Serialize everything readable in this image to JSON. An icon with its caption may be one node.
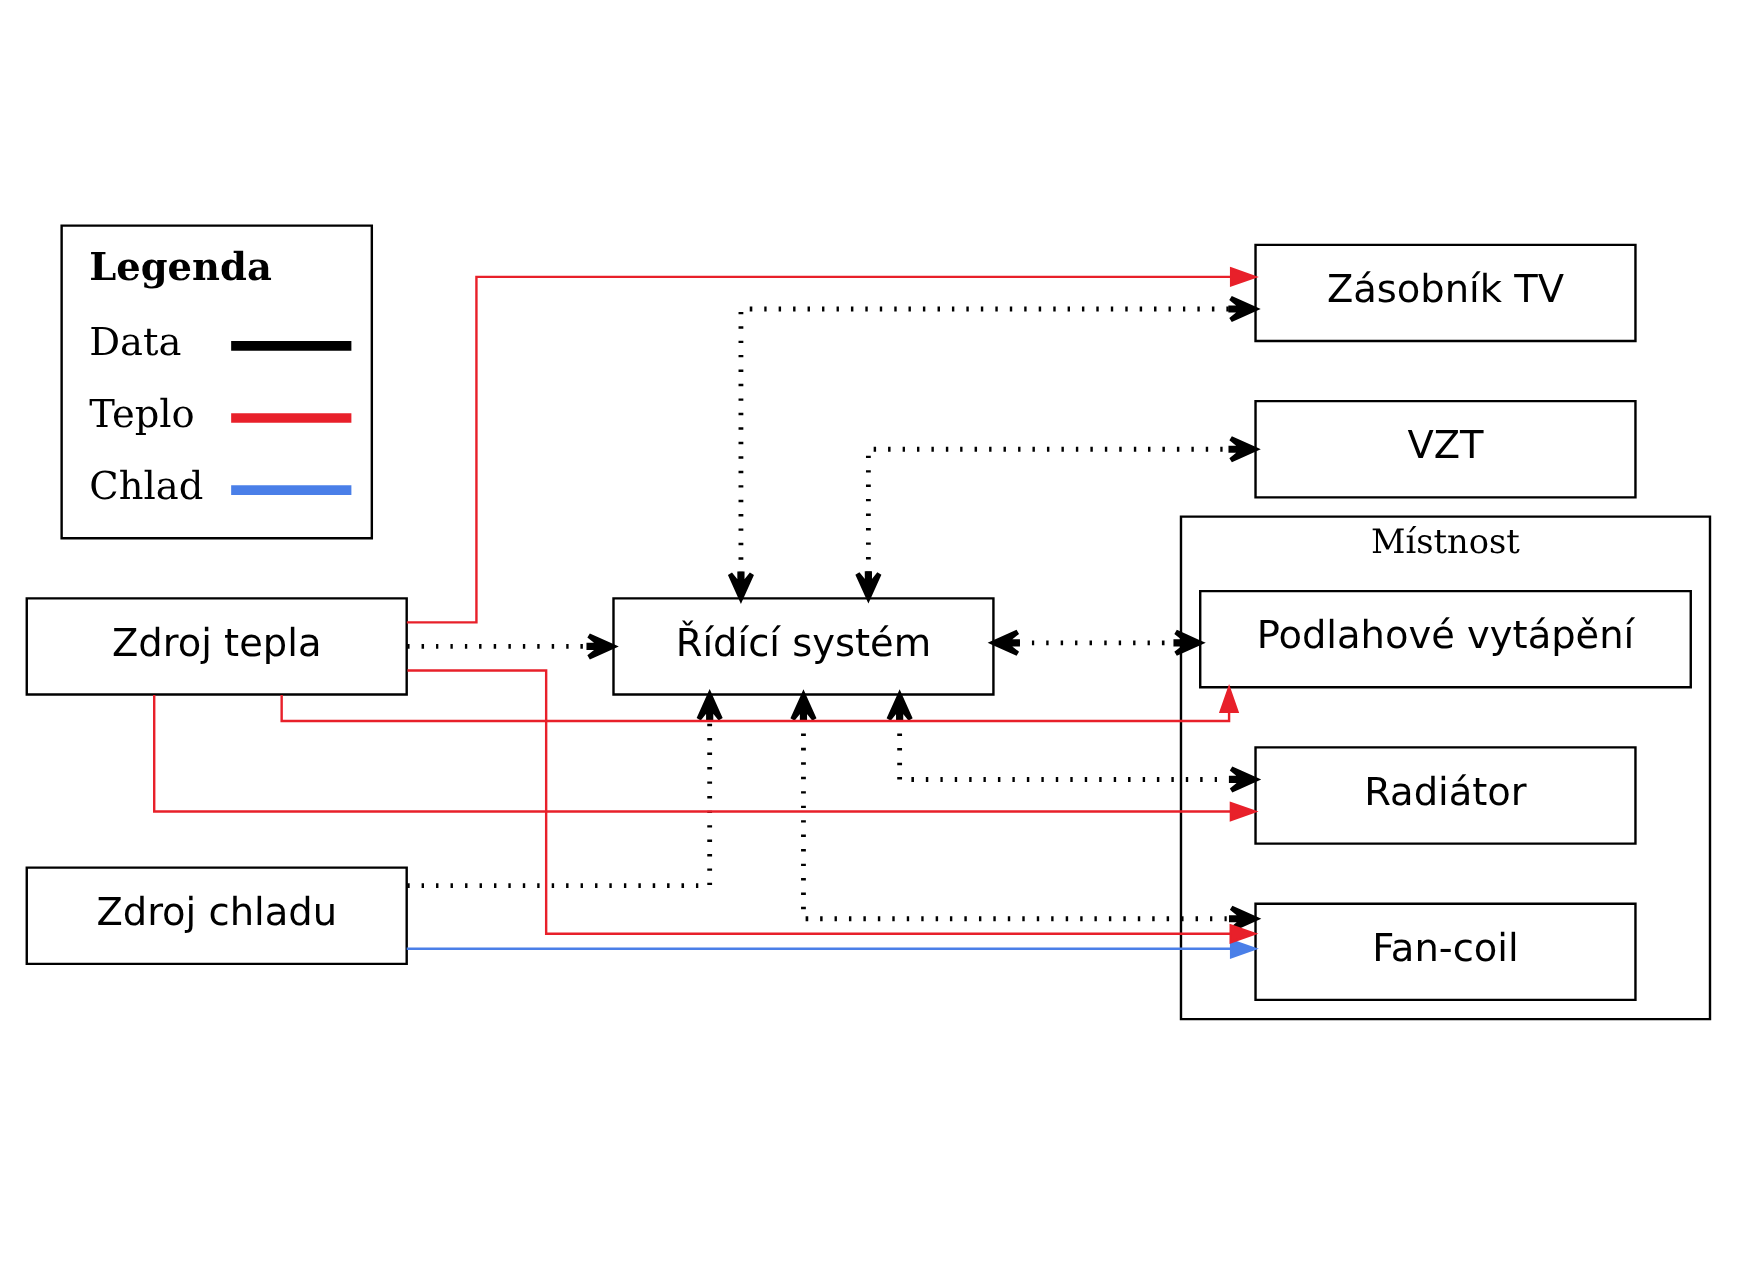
{
  "diagram": {
    "nodes": [
      {
        "text": [
          "Místnost"
        ]
      },
      {
        "text": [
          "Zdroj chladu"
        ]
      },
      {
        "text": [
          "Fan-coil"
        ],
        "in": 0
      },
      {
        "text": [
          "Řídící systém"
        ]
      },
      {
        "text": [
          "Radiátor"
        ],
        "in": 0
      },
      {
        "text": [
          "Podlahové vytápění"
        ],
        "in": 0
      },
      {
        "text": [
          "Zdroj tepla"
        ]
      },
      {
        "text": [
          "VZT"
        ]
      },
      {
        "text": [
          "Zásobník TV"
        ]
      }
    ],
    "edges": [
      {
        "from": 1,
        "to": 2,
        "arrow": "to",
        "color": "#4a7fe8"
      },
      {
        "from": 1,
        "to": 3,
        "arrow": "to",
        "style": "dashed"
      },
      {
        "from": 6,
        "to": 3,
        "arrow": "to",
        "style": "dashed"
      },
      {
        "from": 3,
        "to": 2,
        "arrow": "both",
        "style": "dashed"
      },
      {
        "from": 3,
        "to": 4,
        "arrow": "both",
        "style": "dashed"
      },
      {
        "from": 3,
        "to": 5,
        "arrow": "both",
        "style": "dashed"
      },
      {
        "from": 3,
        "to": 7,
        "arrow": "both",
        "style": "dashed"
      },
      {
        "from": 3,
        "to": 8,
        "arrow": "both",
        "style": "dashed"
      },
      {
        "from": 6,
        "to": 2,
        "arrow": "to",
        "color": "#e8202a"
      },
      {
        "from": 6,
        "to": 4,
        "arrow": "to",
        "color": "#e8202a"
      },
      {
        "from": 6,
        "to": 5,
        "arrow": "to",
        "color": "#e8202a"
      },
      {
        "from": 6,
        "to": 8,
        "arrow": "to",
        "color": "#e8202a"
      }
    ],
    "labels": [
      "Legenda"
    ],
    "legend": [
      {
        "text": "Data",
        "color": "#000000"
      },
      {
        "text": "Teplo",
        "color": "#e8202a"
      },
      {
        "text": "Chlad",
        "color": "#4a7fe8"
      }
    ]
  }
}
